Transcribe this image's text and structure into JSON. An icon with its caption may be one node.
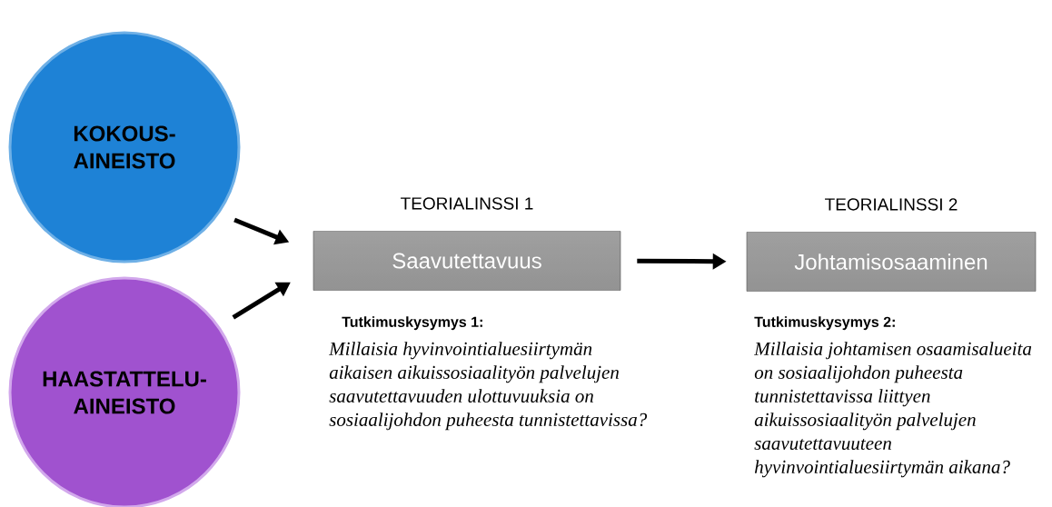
{
  "diagram": {
    "nodes": [
      {
        "text": [
          "KOKOUS- AINEISTO"
        ]
      },
      {
        "text": [
          "HAASTATTELU- AINEISTO"
        ]
      },
      {
        "text": [
          "TEORIALINSSI 1",
          "Saavutettavuus"
        ],
        "beside": [
          "Tutkimuskysymys 1:",
          "Millaisia hyvinvointialuesiirtymän aikaisen aikuissosiaalityön palvelujen saavutettavuuden ulottuvuuksia on sosiaalijohdon puheesta tunnistettavissa?"
        ]
      },
      {
        "text": [
          "TEORIALINSSI 2",
          "Johtamisosaaminen"
        ],
        "beside": [
          "Tutkimuskysymys 2:",
          "Millaisia johtamisen osaamisalueita on sosiaalijohdon puheesta tunnistettavissa liittyen aikuissosiaalityön palvelujen saavutettavuuteen hyvinvointialuesiirtymän aikana?"
        ]
      }
    ],
    "edges": [
      {
        "from": 0,
        "to": 2,
        "arrow": "to"
      },
      {
        "from": 1,
        "to": 2,
        "arrow": "to"
      },
      {
        "from": 2,
        "to": 3,
        "arrow": "to"
      }
    ]
  }
}
